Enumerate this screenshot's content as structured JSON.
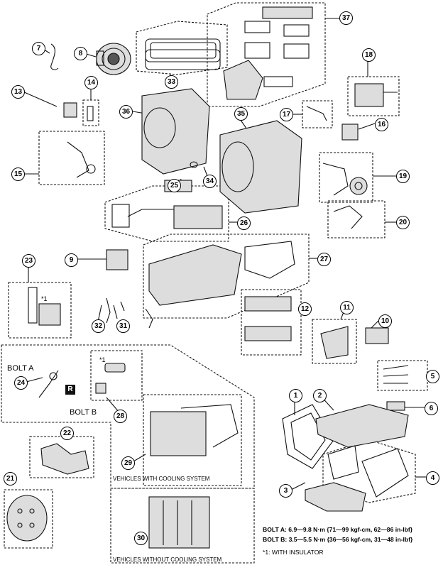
{
  "callouts": [
    "1",
    "2",
    "3",
    "4",
    "5",
    "6",
    "7",
    "8",
    "9",
    "10",
    "11",
    "12",
    "13",
    "14",
    "15",
    "16",
    "17",
    "18",
    "19",
    "20",
    "21",
    "22",
    "23",
    "24",
    "25",
    "26",
    "27",
    "28",
    "29",
    "30",
    "31",
    "32",
    "33",
    "34",
    "35",
    "36",
    "37"
  ],
  "labels": {
    "bolt_a": "BOLT A",
    "bolt_b": "BOLT B",
    "r_badge": "R",
    "star1_a": "*1",
    "star1_b": "*1",
    "with_cooling": "VEHICLES WITH COOLING SYSTEM",
    "without_cooling": "VEHICLES WITHOUT COOLING SYSTEM"
  },
  "notes": {
    "bolt_a_spec": "BOLT A:  6.9—9.8 N·m {71—99 kgf-cm, 62—86 in-lbf}",
    "bolt_b_spec": "BOLT B:  3.5—5.5 N·m {36—56 kgf-cm, 31—48 in-lbf}",
    "insulator": "*1: WITH INSULATOR"
  }
}
